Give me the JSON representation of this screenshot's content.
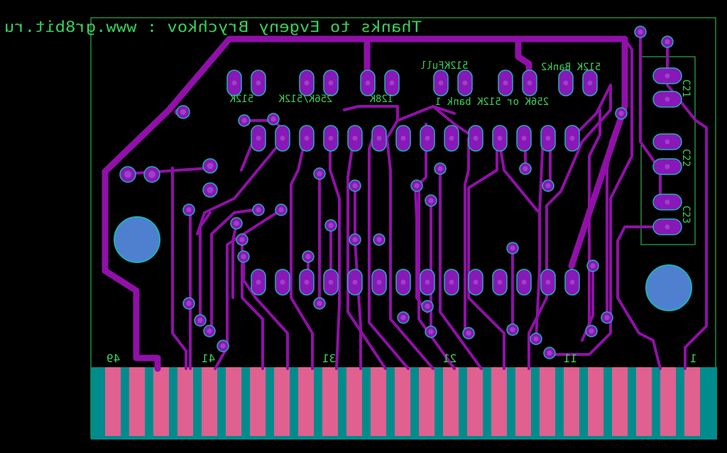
{
  "header": {
    "thanks_text": "Thanks to Evgeny Brychkov : www.gr8bit.ru"
  },
  "jumpers": {
    "label_512k_a": "512K",
    "label_256k_512k": "256K/512K",
    "label_128k": "128K",
    "label_512k_full": "512KFull",
    "label_512k_bank2": "512K Bank2",
    "label_bank1": "256K or 512K bank 1"
  },
  "caps": {
    "c21": "C21",
    "c22": "C22",
    "c23": "C23"
  },
  "pin_numbers": {
    "p49": "49",
    "p41": "41",
    "p31": "31",
    "p21": "21",
    "p11": "11",
    "p1": "1"
  },
  "colors": {
    "background": "#000000",
    "board_outline": "#39d05a",
    "trace": "#9010a8",
    "pad": "#8818b8",
    "pad_ring": "#1fb0b8",
    "edge_fill": "#008c8c",
    "edge_finger": "#e06090",
    "mounting_hole": "#4f80d0"
  }
}
